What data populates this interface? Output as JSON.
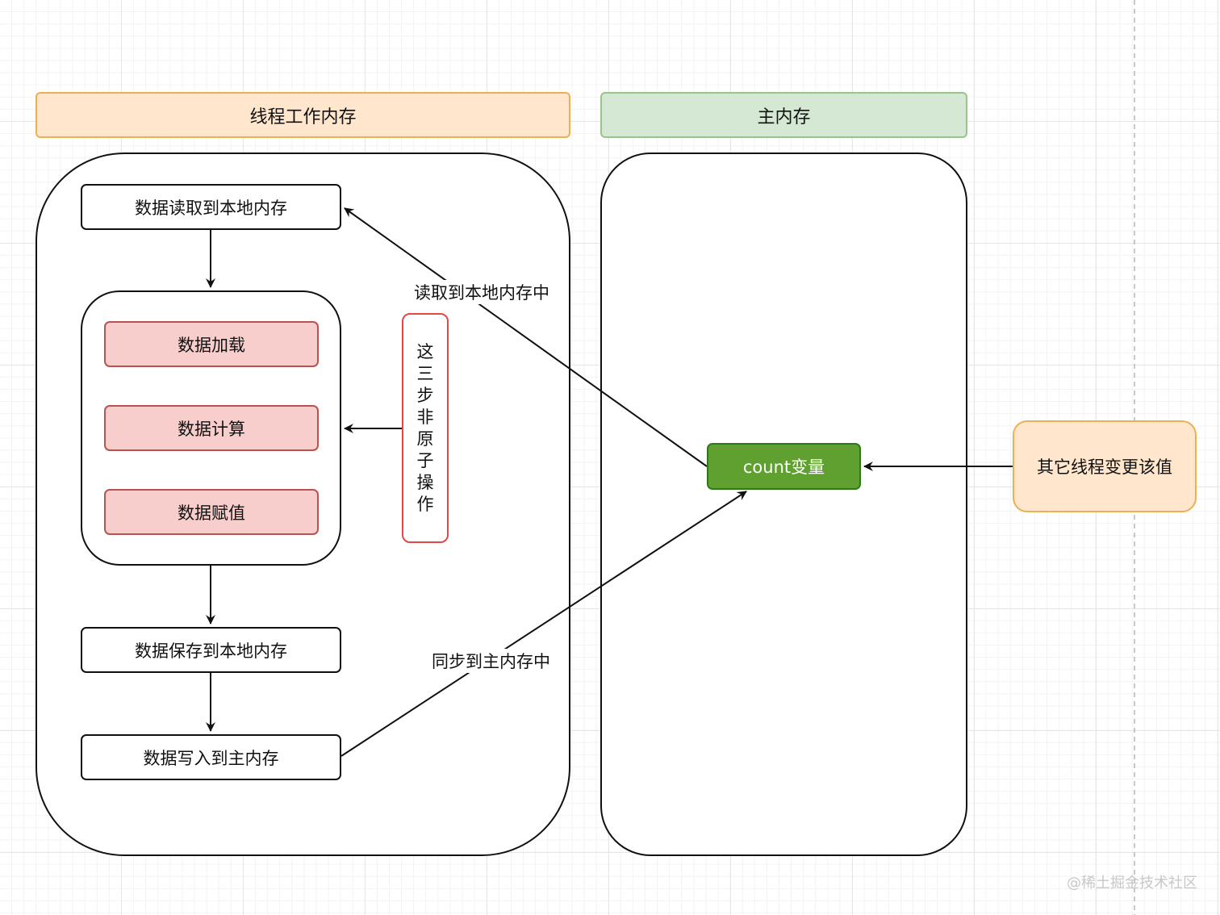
{
  "headers": {
    "thread_memory": "线程工作内存",
    "main_memory": "主内存"
  },
  "thread_steps": {
    "read_local": "数据读取到本地内存",
    "load": "数据加载",
    "compute": "数据计算",
    "assign": "数据赋值",
    "save_local": "数据保存到本地内存",
    "write_main": "数据写入到主内存"
  },
  "note_non_atomic": [
    "这",
    "三",
    "步",
    "非",
    "原",
    "子",
    "操",
    "作"
  ],
  "main_memory": {
    "count_variable": "count变量"
  },
  "other_thread": "其它线程变更该值",
  "edge_labels": {
    "read_to_local": "读取到本地内存中",
    "sync_to_main": "同步到主内存中"
  },
  "watermark": "@稀土掘金技术社区",
  "colors": {
    "thread_header_fill": "#ffe6cc",
    "main_header_fill": "#d5e8d4",
    "step_fill": "#f8cecc",
    "count_fill": "#60a030",
    "other_thread_fill": "#ffe6cc"
  }
}
